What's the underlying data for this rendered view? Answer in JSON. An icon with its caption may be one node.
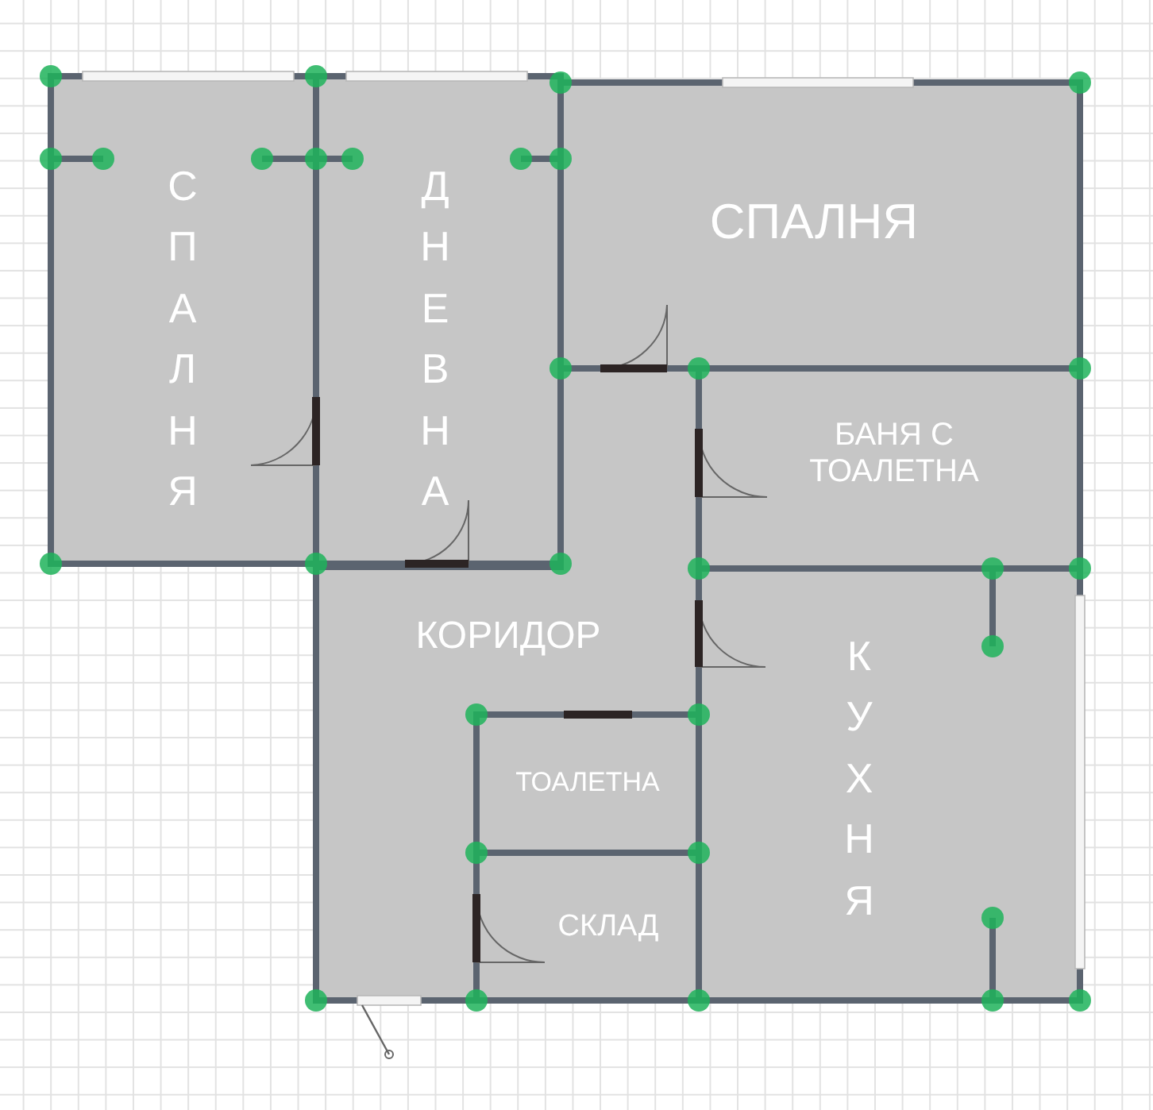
{
  "diagram": {
    "nodes": [
      {
        "text": [
          "СПАЛНЯ"
        ]
      },
      {
        "text": [
          "ДНЕВНА"
        ]
      },
      {
        "text": [
          "СПАЛНЯ"
        ]
      },
      {
        "text": [
          "БАНЯ С ТОАЛЕТНА"
        ]
      },
      {
        "text": [
          "КОРИДОР"
        ]
      },
      {
        "text": [
          "КУХНЯ"
        ]
      },
      {
        "text": [
          "ТОАЛЕТНА"
        ]
      },
      {
        "text": [
          "СКЛАД"
        ]
      }
    ]
  }
}
